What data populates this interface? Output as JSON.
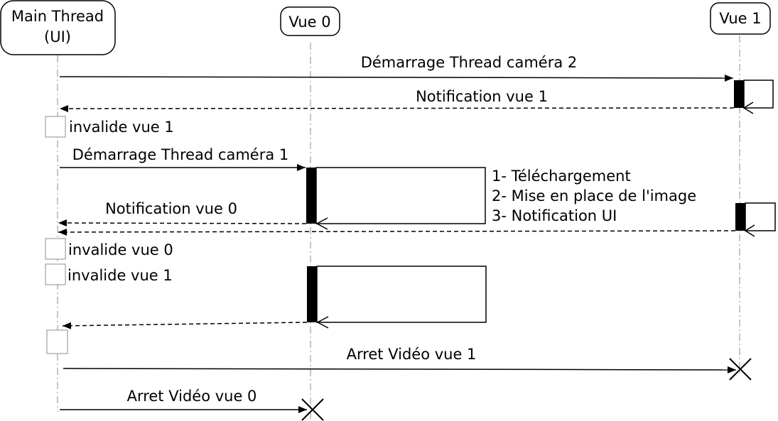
{
  "participants": {
    "main": {
      "line1": "Main Thread",
      "line2": "(UI)"
    },
    "vue0": {
      "label": "Vue 0"
    },
    "vue1": {
      "label": "Vue 1"
    }
  },
  "messages": {
    "start_cam2": "Démarrage Thread caméra 2",
    "notif_vue1": "Notification vue 1",
    "invalide_vue1_a": "invalide vue 1",
    "start_cam1": "Démarrage Thread caméra 1",
    "step1": "1- Téléchargement",
    "step2": "2- Mise en place de l'image",
    "step3": "3- Notification UI",
    "notif_vue0": "Notification vue 0",
    "invalide_vue0": "invalide vue 0",
    "invalide_vue1_b": "invalide vue 1",
    "arret_vue1": "Arret Vidéo vue 1",
    "arret_vue0": "Arret Vidéo vue 0"
  },
  "colors": {
    "line": "#000000",
    "lifeline": "#8c8c8c",
    "activation": "#000000",
    "note_border": "#8c8c8c"
  }
}
